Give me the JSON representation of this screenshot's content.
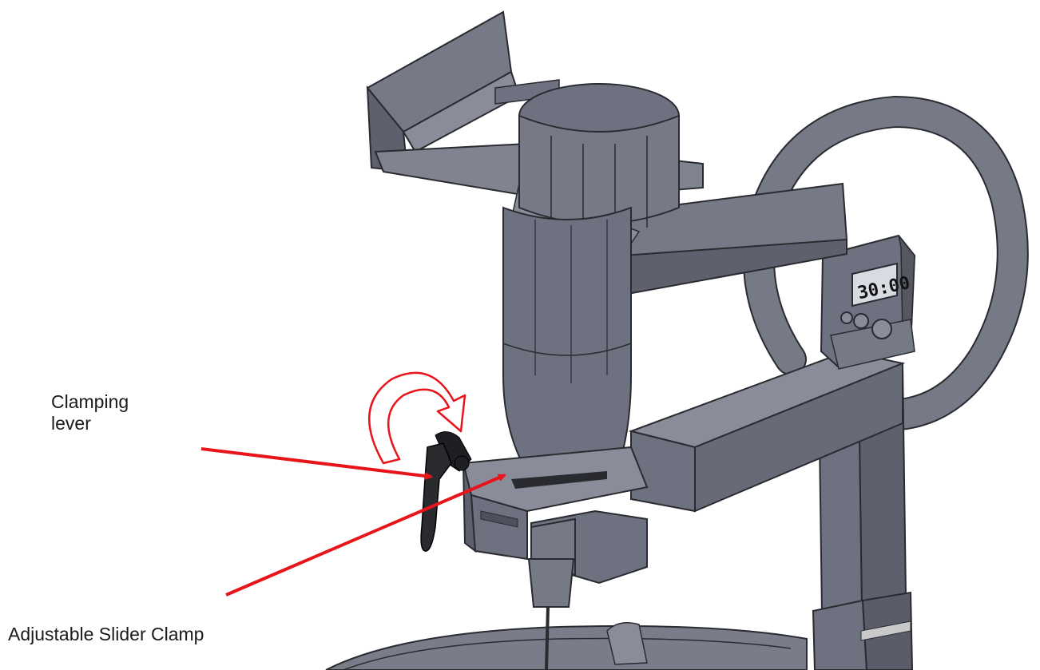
{
  "labels": {
    "clamping_lever_line1": "Clamping",
    "clamping_lever_line2": "lever",
    "slider_clamp": "Adjustable Slider Clamp"
  },
  "timer": {
    "display": "30:00"
  },
  "colors": {
    "metal_fill": "#6e7180",
    "metal_light": "#8a8d99",
    "metal_dark": "#4e505b",
    "outline": "#2a2b30",
    "arrow_red": "#e8141b",
    "lever_black": "#1e1f22",
    "timer_screen": "#d9dbe2"
  }
}
